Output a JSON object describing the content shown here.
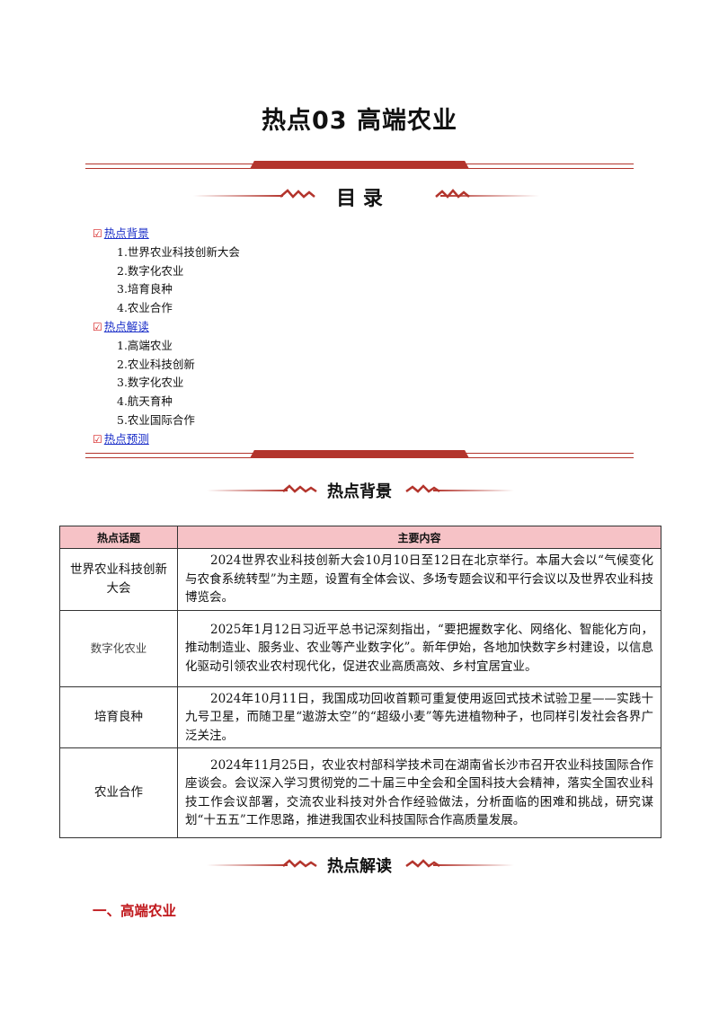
{
  "title": "热点03  高端农业",
  "toc_heading": "目          录",
  "toc": [
    {
      "type": "head",
      "label": "热点背景"
    },
    {
      "type": "sub",
      "label": "1.世界农业科技创新大会"
    },
    {
      "type": "sub",
      "label": "2.数字化农业"
    },
    {
      "type": "sub",
      "label": "3.培育良种"
    },
    {
      "type": "sub",
      "label": "4.农业合作"
    },
    {
      "type": "head",
      "label": "热点解读"
    },
    {
      "type": "sub",
      "label": "1.高端农业"
    },
    {
      "type": "sub",
      "label": "2.农业科技创新"
    },
    {
      "type": "sub",
      "label": "3.数字化农业"
    },
    {
      "type": "sub",
      "label": "4.航天育种"
    },
    {
      "type": "sub",
      "label": "5.农业国际合作"
    },
    {
      "type": "head",
      "label": "热点预测"
    }
  ],
  "toc_check": "☑",
  "section_background": "热点背景",
  "table": {
    "headers": [
      "热点话题",
      "主要内容"
    ],
    "rows": [
      {
        "topic": "世界农业科技创新大会",
        "content": "2024世界农业科技创新大会10月10日至12日在北京举行。本届大会以“气候变化与农食系统转型”为主题，设置有全体会议、多场专题会议和平行会议以及世界农业科技博览会。"
      },
      {
        "topic": "数字化农业",
        "content": "2025年1月12日习近平总书记深刻指出，“要把握数字化、网络化、智能化方向，推动制造业、服务业、农业等产业数字化”。新年伊始，各地加快数字乡村建设，以信息化驱动引领农业农村现代化，促进农业高质高效、乡村宜居宜业。"
      },
      {
        "topic": "培育良种",
        "content": "2024年10月11日，我国成功回收首颗可重复使用返回式技术试验卫星——实践十九号卫星，而随卫星“遨游太空”的“超级小麦”等先进植物种子，也同样引发社会各界广泛关注。"
      },
      {
        "topic": "农业合作",
        "content": "2024年11月25日，农业农村部科学技术司在湖南省长沙市召开农业科技国际合作座谈会。会议深入学习贯彻党的二十届三中全会和全国科技大会精神，落实全国农业科技工作会议部署，交流农业科技对外合作经验做法，分析面临的困难和挑战，研究谋划“十五五”工作思路，推进我国农业科技国际合作高质量发展。"
      }
    ]
  },
  "section_interpretation": "热点解读",
  "heading_1": "一、高端农业",
  "colors": {
    "accent": "#b3342c",
    "link": "#1a2ec8",
    "header_bg": "#f6c2c6",
    "heading_red": "#c0181c"
  }
}
